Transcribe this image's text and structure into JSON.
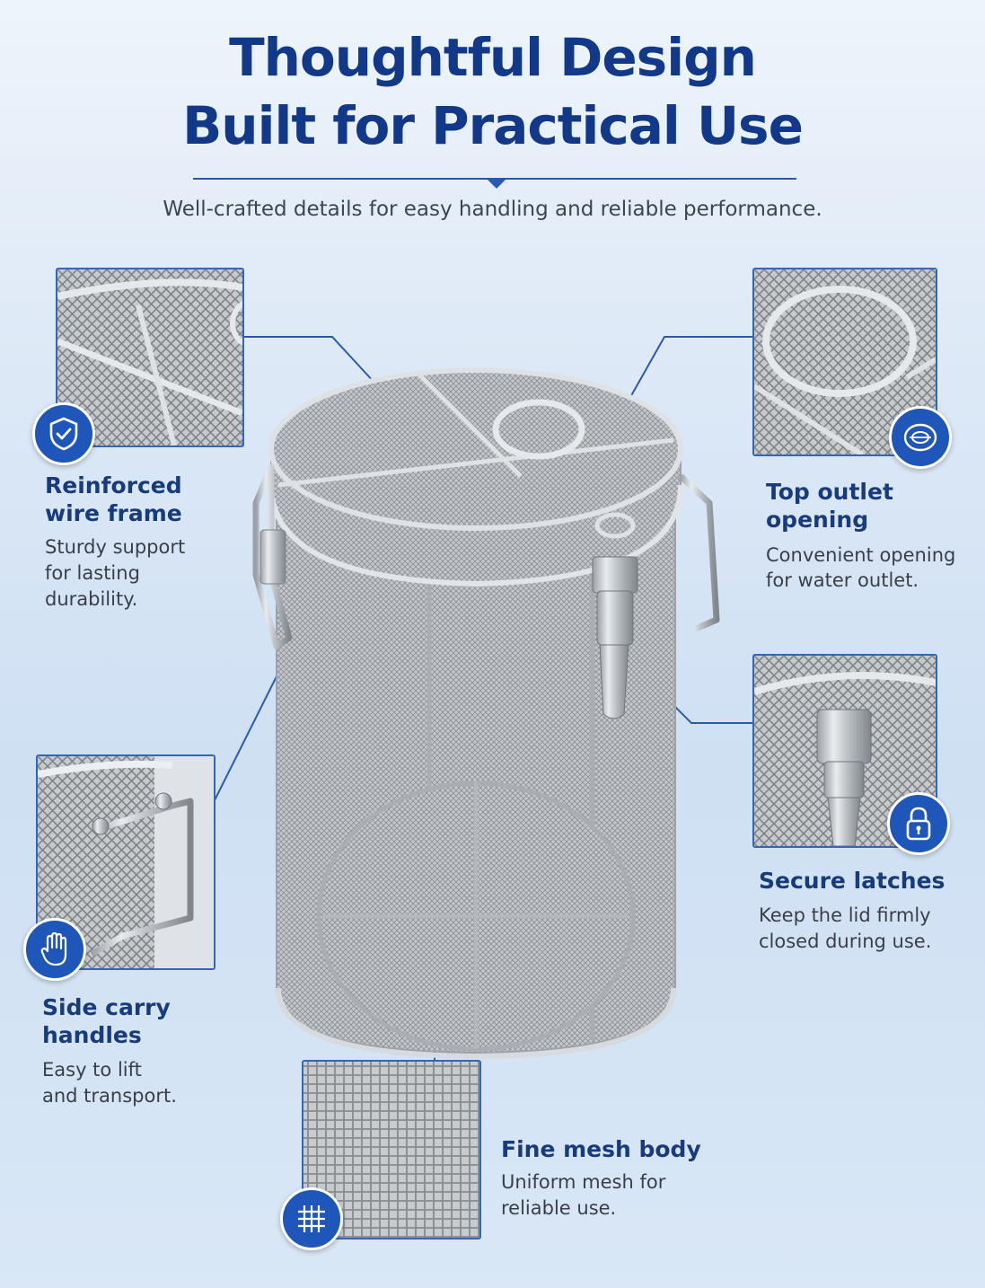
{
  "header": {
    "title_line1": "Thoughtful Design",
    "title_line2": "Built for Practical Use",
    "subtitle": "Well-crafted details for easy handling and reliable performance."
  },
  "features": {
    "frame": {
      "title_line1": "Reinforced",
      "title_line2": "wire frame",
      "desc_line1": "Sturdy support",
      "desc_line2": "for lasting",
      "desc_line3": "durability.",
      "icon": "shield-check-icon"
    },
    "outlet": {
      "title_line1": "Top outlet",
      "title_line2": "opening",
      "desc_line1": "Convenient opening",
      "desc_line2": "for water outlet.",
      "icon": "water-outlet-icon"
    },
    "latch": {
      "title_line1": "Secure latches",
      "desc_line1": "Keep the lid firmly",
      "desc_line2": "closed during use.",
      "icon": "lock-icon"
    },
    "handles": {
      "title_line1": "Side carry",
      "title_line2": "handles",
      "desc_line1": "Easy to lift",
      "desc_line2": "and transport.",
      "icon": "hand-icon"
    },
    "mesh": {
      "title_line1": "Fine mesh body",
      "desc_line1": "Uniform mesh for",
      "desc_line2": "reliable use.",
      "icon": "grid-mesh-icon"
    }
  },
  "colors": {
    "accent": "#1f56b9",
    "title": "#12388a",
    "line": "#2a5ab0"
  }
}
